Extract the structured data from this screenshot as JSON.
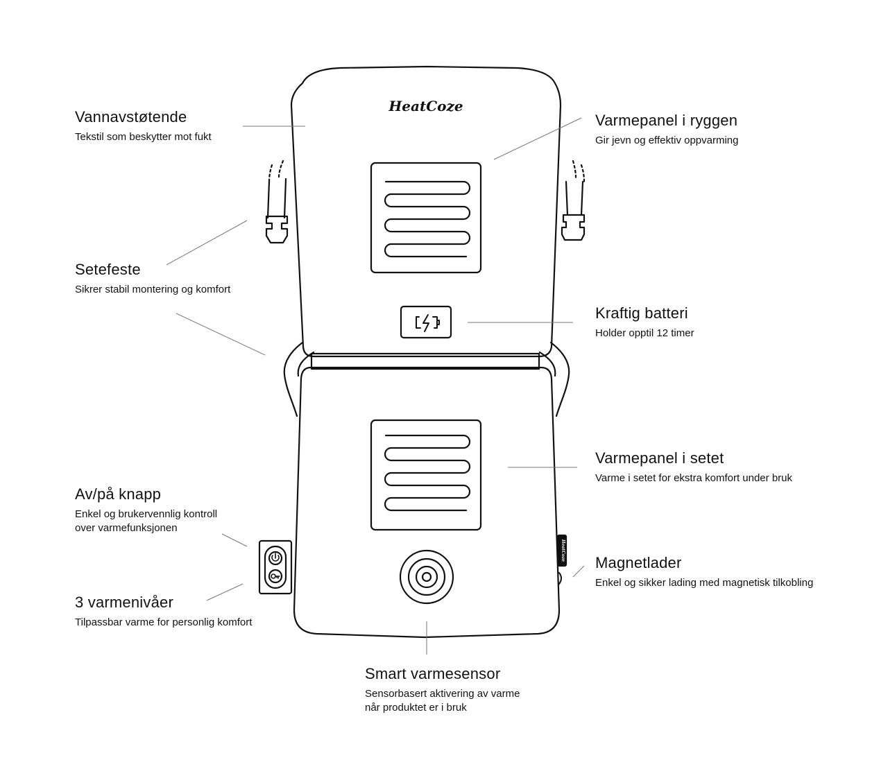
{
  "brand": {
    "name": "HeatCoze",
    "icons": [
      "battery-charging-icon",
      "power-icon",
      "heat-level-icon",
      "heat-sensor-icon",
      "heating-coil-icon",
      "buckle-icon"
    ]
  },
  "colors": {
    "stroke": "#111111",
    "background": "#ffffff",
    "leader": "#777777"
  },
  "callouts": {
    "vannavstotende": {
      "title": "Vannavstøtende",
      "text": "Tekstil som beskytter mot fukt"
    },
    "setefeste": {
      "title": "Setefeste",
      "text": "Sikrer stabil montering og komfort"
    },
    "avpa_knapp": {
      "title": "Av/på knapp",
      "text": "Enkel og brukervennlig kontroll\nover varmefunksjonen"
    },
    "varmenivaer": {
      "title": "3 varmenivåer",
      "text": "Tilpassbar varme for personlig komfort"
    },
    "varmepanel_rygg": {
      "title": "Varmepanel i ryggen",
      "text": "Gir jevn og effektiv oppvarming"
    },
    "batteri": {
      "title": "Kraftig batteri",
      "text": "Holder opptil 12 timer"
    },
    "varmepanel_sete": {
      "title": "Varmepanel i setet",
      "text": "Varme i setet for ekstra komfort under bruk"
    },
    "magnetlader": {
      "title": "Magnetlader",
      "text": "Enkel og sikker lading med magnetisk tilkobling"
    },
    "sensor": {
      "title": "Smart varmesensor",
      "text": "Sensorbasert aktivering av varme\nnår produktet er i bruk"
    }
  }
}
